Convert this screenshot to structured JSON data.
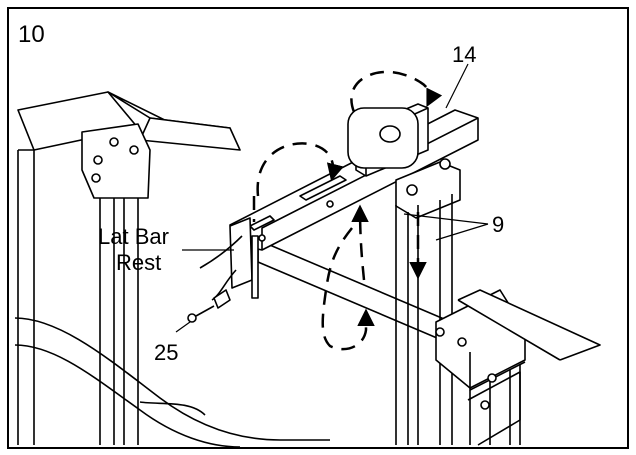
{
  "step_number": "10",
  "labels": {
    "part_14": "14",
    "part_9": "9",
    "lat_bar_line1": "Lat Bar",
    "lat_bar_line2": "Rest",
    "part_25": "25"
  },
  "colors": {
    "ink": "#000000",
    "paper": "#ffffff"
  }
}
